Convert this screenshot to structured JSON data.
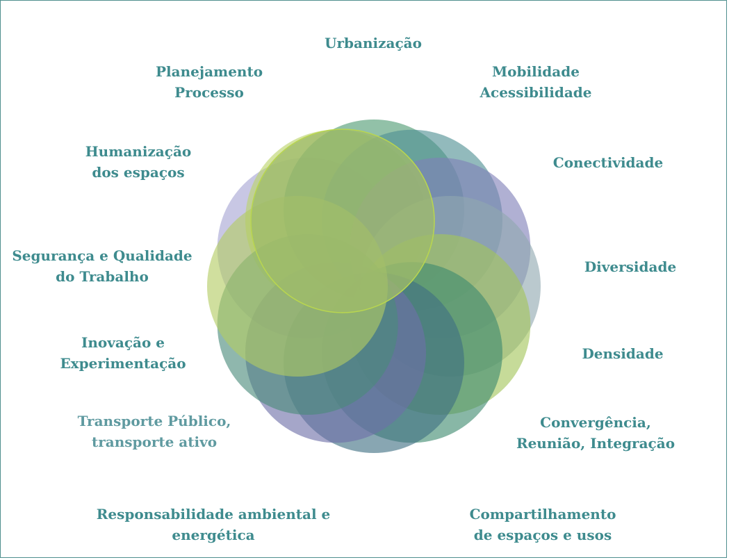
{
  "diagram": {
    "petal_colors": [
      "#a7a4d3",
      "#bcd46a",
      "#4f9b73",
      "#4f8f93",
      "#7f80b8",
      "#8fa8b0",
      "#a3c55b",
      "#3f8a70",
      "#3f6f82",
      "#6e70a8",
      "#4b8a7a",
      "#b3cc63"
    ],
    "center_color": "#9fbb6a",
    "text_color": "#3e8b8e",
    "labels": [
      {
        "lines": [
          "Urbanização"
        ]
      },
      {
        "lines": [
          "Mobilidade",
          "Acessibilidade"
        ]
      },
      {
        "lines": [
          "Conectividade"
        ]
      },
      {
        "lines": [
          "Diversidade"
        ]
      },
      {
        "lines": [
          "Densidade"
        ]
      },
      {
        "lines": [
          "Convergência,",
          "Reunião, Integração"
        ]
      },
      {
        "lines": [
          "Compartilhamento",
          "de espaços e usos"
        ]
      },
      {
        "lines": [
          "Responsabilidade ambiental e",
          "energética"
        ]
      },
      {
        "lines": [
          "Transporte Público,",
          "transporte ativo"
        ]
      },
      {
        "lines": [
          "Inovação e",
          "Experimentação"
        ]
      },
      {
        "lines": [
          "Segurança e Qualidade",
          "do Trabalho"
        ]
      },
      {
        "lines": [
          "Humanização",
          "dos espaços"
        ]
      },
      {
        "lines": [
          "Planejamento",
          "Processo"
        ]
      }
    ]
  }
}
